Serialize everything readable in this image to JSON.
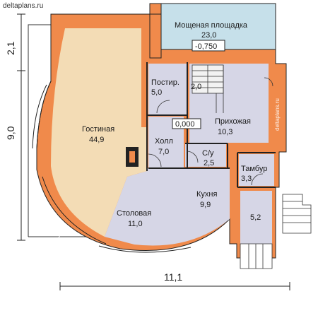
{
  "site": "deltaplans.ru",
  "watermark": "deltaplans.ru",
  "dimensions": {
    "height_top": "2,1",
    "height_main": "9,0",
    "width_total": "11,1"
  },
  "levels": {
    "terrace": "-0,750",
    "floor": "0,000"
  },
  "rooms": [
    {
      "id": "terrace",
      "name": "Мощеная площадка",
      "area": "23,0"
    },
    {
      "id": "pantry",
      "name": "Постир.",
      "area": "5,0"
    },
    {
      "id": "stair",
      "name": "",
      "area": "2,0"
    },
    {
      "id": "living",
      "name": "Гостиная",
      "area": "44,9"
    },
    {
      "id": "hallway",
      "name": "Прихожая",
      "area": "10,3"
    },
    {
      "id": "hall",
      "name": "Холл",
      "area": "7,0"
    },
    {
      "id": "wc",
      "name": "С/у",
      "area": "2,5"
    },
    {
      "id": "vestibule",
      "name": "Тамбур",
      "area": "3,3"
    },
    {
      "id": "kitchen",
      "name": "Кухня",
      "area": "9,9"
    },
    {
      "id": "dining",
      "name": "Столовая",
      "area": "11,0"
    },
    {
      "id": "porch",
      "name": "",
      "area": "5,2"
    }
  ],
  "colors": {
    "wall": "#f08a4b",
    "living_floor": "#f3dcb5",
    "room_floor": "#d6d6e6",
    "terrace_floor": "#c6e0ea",
    "wall_dark": "#222222"
  }
}
